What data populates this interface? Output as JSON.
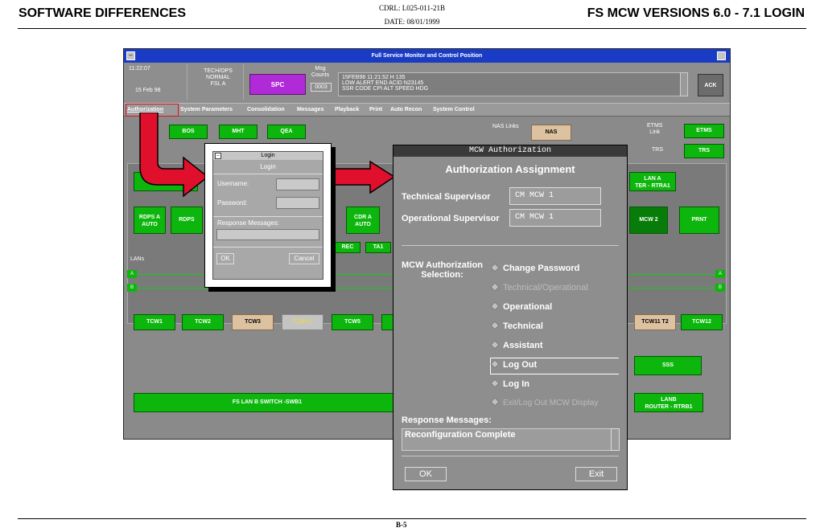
{
  "doc": {
    "left_title": "SOFTWARE DIFFERENCES",
    "cdrl": "CDRL: L025-011-21B",
    "date": "DATE: 08/01/1999",
    "right_title": "FS MCW VERSIONS 6.0 - 7.1 LOGIN",
    "page": "B-5"
  },
  "window": {
    "title": "Full Service Monitor and Control Position",
    "time": "11:22:07",
    "date": "15 Feb 98",
    "status": [
      "TECH/OPS",
      "NORMAL",
      "FSL A"
    ],
    "spc": "SPC",
    "msg_counts_label": "Msg\nCounts",
    "msg_count": "0003",
    "msg_lines": [
      "15FEB98 11:21:52 H  135",
      "LOW ALERT  END  ACID N23145",
      "SSR CODE CPI ALT SPEED HDG"
    ],
    "ack": "ACK",
    "menu": [
      "Authorization",
      "System Parameters",
      "Consolidation",
      "Messages",
      "Playback",
      "Print",
      "Auto Recon",
      "System Control"
    ],
    "top_row": [
      "BOS",
      "MHT",
      "QEA"
    ],
    "nas_links": "NAS Links",
    "nas": "NAS",
    "etms_link": "ETMS\nLink",
    "etms": "ETMS",
    "trs_label": "TRS",
    "trs": "TRS",
    "lan_a": "LAN A\nTER - RTRA1",
    "rdps_a": "RDPS A\nAUTO",
    "rdps": "RDPS",
    "cdr_a": "CDR A\nAUTO",
    "mcw2": "MCW 2",
    "prnt": "PRNT",
    "rec": "REC",
    "ta1": "TA1",
    "lans": "LANs",
    "lane_a": "A",
    "lane_b": "B",
    "tcw": [
      "TCW1",
      "TCW2",
      "TCW3",
      "TCW4 C",
      "TCW5"
    ],
    "tcw11": "TCW11 T2",
    "tcw12": "TCW12",
    "sss": "SSS",
    "lan_b_switch": "FS LAN B SWITCH -SWB1",
    "lanb_router": "LANB\nROUTER - RTRB1"
  },
  "login": {
    "title": "Login",
    "heading": "Login",
    "username": "Username:",
    "password": "Password:",
    "response": "Response Messages:",
    "ok": "OK",
    "cancel": "Cancel"
  },
  "mcw": {
    "title": "MCW Authorization",
    "heading": "Authorization Assignment",
    "tech_sup_label": "Technical Supervisor",
    "tech_sup_value": "CM MCW 1",
    "op_sup_label": "Operational Supervisor",
    "op_sup_value": "CM MCW 1",
    "selection_label": "MCW Authorization\nSelection:",
    "options": [
      "Change Password",
      "Technical/Operational",
      "Operational",
      "Technical",
      "Assistant",
      "Log Out",
      "Log In",
      "Exit/Log Out MCW Display"
    ],
    "response_label": "Response Messages:",
    "response_value": "Reconfiguration Complete",
    "ok": "OK",
    "exit": "Exit"
  }
}
